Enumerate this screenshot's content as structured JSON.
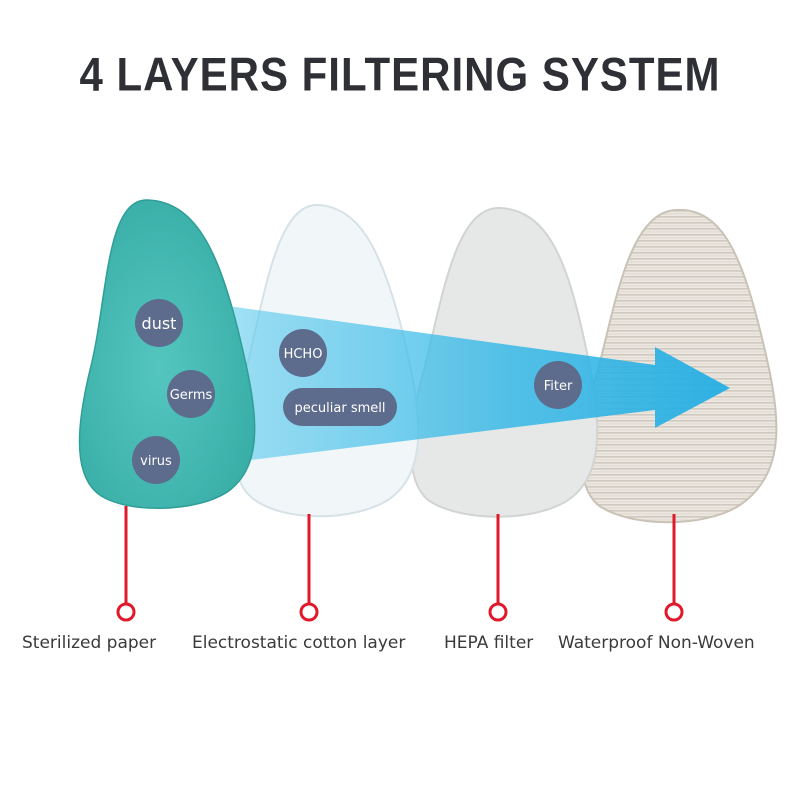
{
  "title": "4 LAYERS FILTERING SYSTEM",
  "layers": [
    {
      "name": "Sterilized paper",
      "color": "#3fb8b0"
    },
    {
      "name": "Electrostatic cotton layer",
      "color": "#eef5f8"
    },
    {
      "name": "HEPA filter",
      "color": "#e4e6e6"
    },
    {
      "name": "Waterproof Non-Woven",
      "color": "#e6e1d8"
    }
  ],
  "bubbles": {
    "dust": "dust",
    "germs": "Germs",
    "virus": "virus",
    "hcho": "HCHO",
    "smell": "peculiar smell",
    "filter": "Fiter"
  },
  "colors": {
    "accent_red": "#e0192a",
    "bubble": "#5d6b8c",
    "arrow": "#3fbde8",
    "title": "#2f3036"
  }
}
